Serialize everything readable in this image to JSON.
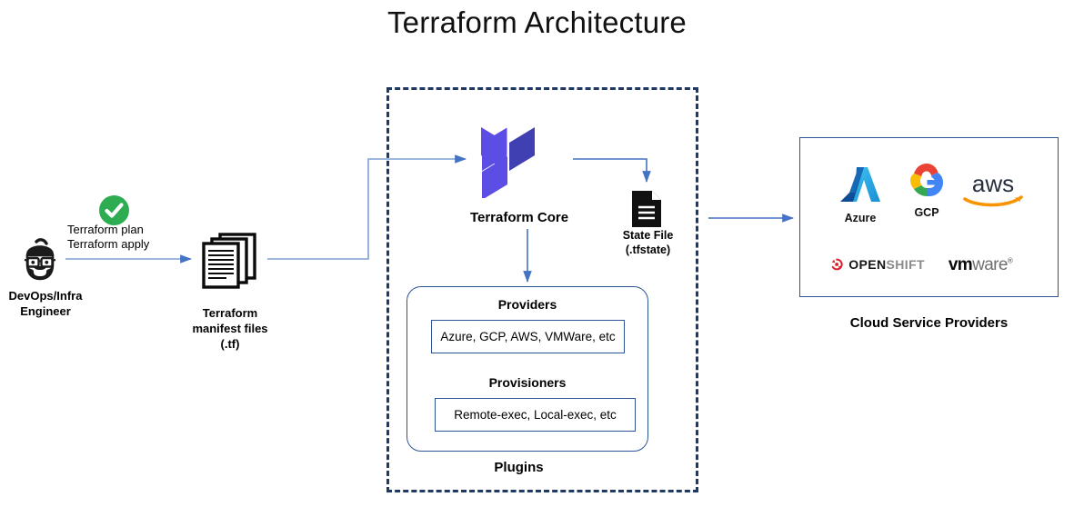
{
  "title": "Terraform Architecture",
  "actor": {
    "icon": "devops-engineer-avatar-icon",
    "caption_line1": "DevOps/Infra",
    "caption_line2": "Engineer",
    "badge_icon": "green-check-circle-icon",
    "commands_line1": "Terraform plan",
    "commands_line2": "Terraform apply"
  },
  "manifest": {
    "icon": "stacked-documents-icon",
    "caption_line1": "Terraform",
    "caption_line2": "manifest files",
    "caption_line3": "(.tf)"
  },
  "core": {
    "icon": "terraform-logo-icon",
    "label": "Terraform Core"
  },
  "state_file": {
    "icon": "document-icon",
    "caption_line1": "State File",
    "caption_line2": "(.tfstate)"
  },
  "plugins": {
    "label": "Plugins",
    "providers_title": "Providers",
    "providers_value": "Azure, GCP, AWS, VMWare, etc",
    "provisioners_title": "Provisioners",
    "provisioners_value": "Remote-exec, Local-exec, etc"
  },
  "cloud": {
    "caption": "Cloud Service Providers",
    "logos": [
      {
        "name": "azure-logo",
        "label": "Azure"
      },
      {
        "name": "gcp-logo",
        "label": "GCP"
      },
      {
        "name": "aws-logo",
        "label": "aws"
      },
      {
        "name": "openshift-logo",
        "label_bold": "OPEN",
        "label_light": "SHIFT"
      },
      {
        "name": "vmware-logo",
        "label_bold": "vm",
        "label_light": "ware",
        "mark": "®"
      }
    ]
  },
  "colors": {
    "terraform_light": "#5c4ee5",
    "terraform_dark": "#4040b2",
    "dashed_border": "#1f3864",
    "arrow": "#4472c4",
    "panel_border": "#2e5495",
    "check_green": "#2eac52",
    "aws_orange": "#f79400",
    "aws_navy": "#252f3e",
    "openshift_red": "#d9202a"
  }
}
